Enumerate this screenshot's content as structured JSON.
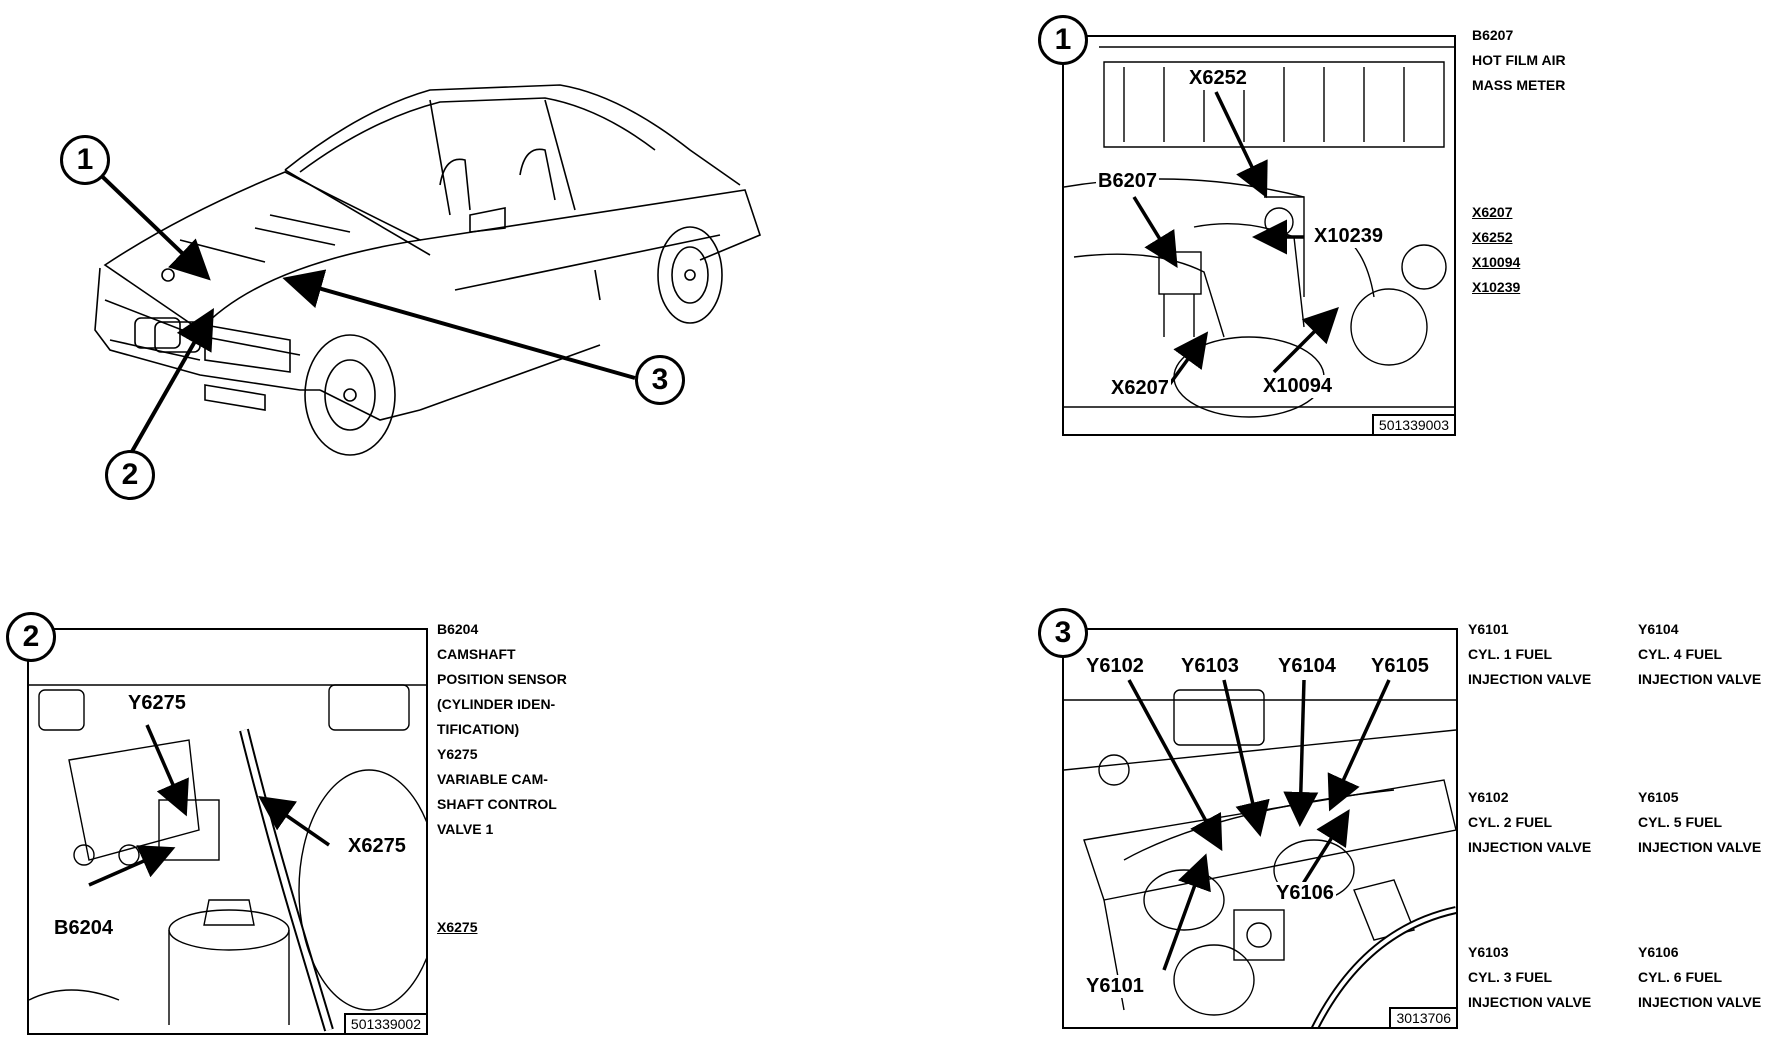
{
  "overview": {
    "callouts": [
      "1",
      "2",
      "3"
    ]
  },
  "panel1": {
    "badge": "1",
    "labels": [
      "X6252",
      "B6207",
      "X10239",
      "X6207",
      "X10094"
    ],
    "ref": "501339003",
    "legend": {
      "code": "B6207",
      "desc": [
        "HOT FILM AIR",
        "MASS METER"
      ],
      "connectors": [
        "X6207",
        "X6252",
        "X10094",
        "X10239"
      ]
    }
  },
  "panel2": {
    "badge": "2",
    "labels": [
      "Y6275",
      "X6275",
      "B6204"
    ],
    "ref": "501339002",
    "legend": {
      "b_code": "B6204",
      "b_desc": [
        "CAMSHAFT",
        "POSITION SENSOR",
        "(CYLINDER IDEN-",
        "TIFICATION)"
      ],
      "y_code": "Y6275",
      "y_desc": [
        "VARIABLE CAM-",
        "SHAFT CONTROL",
        "VALVE 1"
      ],
      "connector": "X6275"
    }
  },
  "panel3": {
    "badge": "3",
    "labels": [
      "Y6102",
      "Y6103",
      "Y6104",
      "Y6105",
      "Y6106",
      "Y6101"
    ],
    "ref": "3013706",
    "valves": [
      {
        "code": "Y6101",
        "line1": "CYL. 1 FUEL",
        "line2": "INJECTION VALVE"
      },
      {
        "code": "Y6104",
        "line1": "CYL. 4 FUEL",
        "line2": "INJECTION VALVE"
      },
      {
        "code": "Y6102",
        "line1": "CYL. 2 FUEL",
        "line2": "INJECTION VALVE"
      },
      {
        "code": "Y6105",
        "line1": "CYL. 5 FUEL",
        "line2": "INJECTION VALVE"
      },
      {
        "code": "Y6103",
        "line1": "CYL. 3 FUEL",
        "line2": "INJECTION VALVE"
      },
      {
        "code": "Y6106",
        "line1": "CYL. 6 FUEL",
        "line2": "INJECTION VALVE"
      }
    ]
  }
}
